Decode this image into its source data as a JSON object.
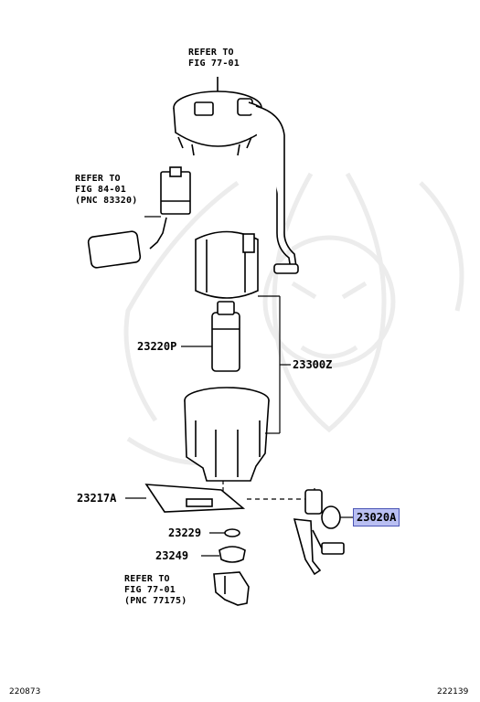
{
  "references": {
    "top": [
      "REFER TO",
      "FIG 77-01"
    ],
    "sender": [
      "REFER TO",
      "FIG 84-01",
      "(PNC 83320)"
    ],
    "bottom": [
      "REFER TO",
      "FIG 77-01",
      "(PNC 77175)"
    ]
  },
  "parts": {
    "pump": "23220P",
    "assembly": "23300Z",
    "filter": "23217A",
    "regulator": "23020A",
    "ring": "23229",
    "retainer": "23249"
  },
  "footer": {
    "left": "220873",
    "right": "222139"
  },
  "colors": {
    "highlight_fill": "#b9bff2",
    "highlight_border": "#4b55b5",
    "watermark": "#ececec"
  }
}
